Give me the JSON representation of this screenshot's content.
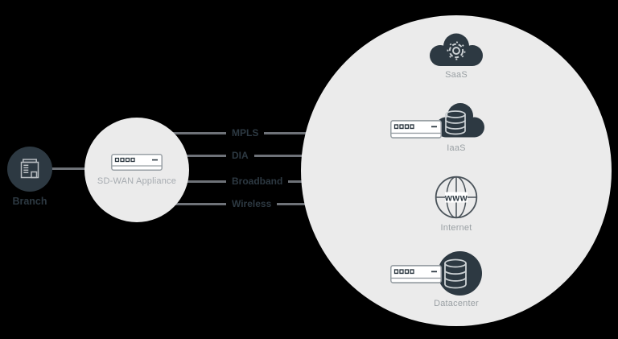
{
  "colors": {
    "background": "#000000",
    "dark": "#2d3942",
    "light_circle": "#ebebeb",
    "line": "#6e7278",
    "muted_label": "#9aa0a4"
  },
  "branch": {
    "label": "Branch"
  },
  "sdwan": {
    "label": "SD-WAN Appliance"
  },
  "connections": [
    {
      "label": "MPLS"
    },
    {
      "label": "DIA"
    },
    {
      "label": "Broadband"
    },
    {
      "label": "Wireless"
    }
  ],
  "cloud": {
    "services": [
      {
        "label": "SaaS"
      },
      {
        "label": "IaaS"
      },
      {
        "label": "Internet",
        "globe_text": "www"
      },
      {
        "label": "Datacenter"
      }
    ]
  }
}
